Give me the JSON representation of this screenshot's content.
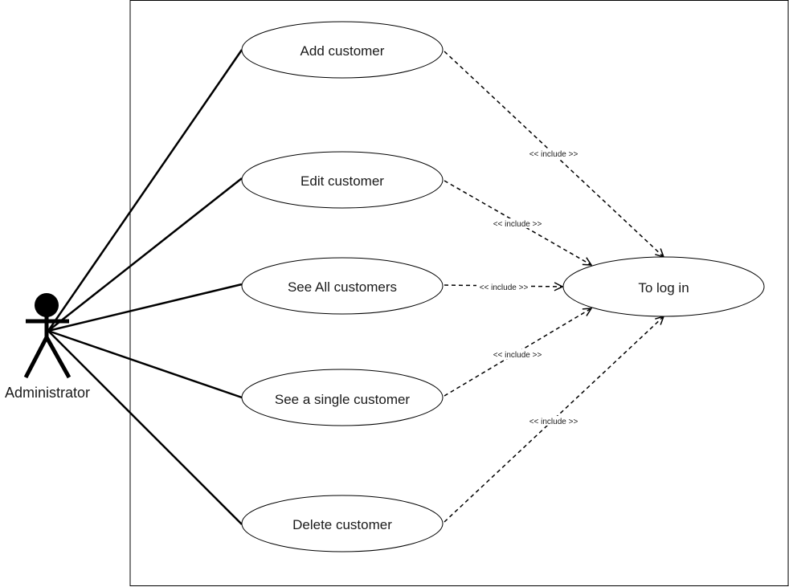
{
  "actor": {
    "label": "Administrator"
  },
  "use_cases": [
    {
      "id": "add",
      "label": "Add customer"
    },
    {
      "id": "edit",
      "label": "Edit customer"
    },
    {
      "id": "see-all",
      "label": "See All customers"
    },
    {
      "id": "see-single",
      "label": "See a single customer"
    },
    {
      "id": "delete",
      "label": "Delete customer"
    }
  ],
  "target_use_case": {
    "id": "login",
    "label": "To log in"
  },
  "relationships": [
    {
      "from": "add",
      "to": "login",
      "label": "<< include >>"
    },
    {
      "from": "edit",
      "to": "login",
      "label": "<< include >>"
    },
    {
      "from": "see-all",
      "to": "login",
      "label": "<< include >>"
    },
    {
      "from": "see-single",
      "to": "login",
      "label": "<< include >>"
    },
    {
      "from": "delete",
      "to": "login",
      "label": "<< include >>"
    }
  ],
  "colors": {
    "stroke": "#000000",
    "fill": "#ffffff",
    "text": "#1a1a1a"
  }
}
